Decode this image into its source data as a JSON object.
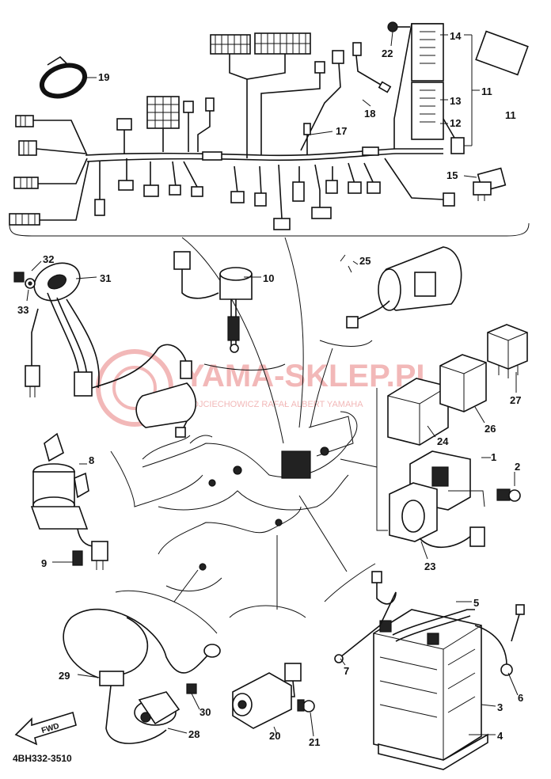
{
  "diagram_code": "4BH332-3510",
  "fwd_label": "FWD",
  "watermark": {
    "title": "YAMA-SKLEP.PL",
    "subtitle": "WOJCIECHOWICZ RAFAŁ ALBERT YAMAHA"
  },
  "callouts": [
    {
      "id": "c1",
      "label": "1"
    },
    {
      "id": "c2",
      "label": "2"
    },
    {
      "id": "c3",
      "label": "3"
    },
    {
      "id": "c4",
      "label": "4"
    },
    {
      "id": "c5",
      "label": "5"
    },
    {
      "id": "c6",
      "label": "6"
    },
    {
      "id": "c7",
      "label": "7"
    },
    {
      "id": "c8",
      "label": "8"
    },
    {
      "id": "c9",
      "label": "9"
    },
    {
      "id": "c10",
      "label": "10"
    },
    {
      "id": "c11",
      "label": "11"
    },
    {
      "id": "c11b",
      "label": "11"
    },
    {
      "id": "c12",
      "label": "12"
    },
    {
      "id": "c13",
      "label": "13"
    },
    {
      "id": "c14",
      "label": "14"
    },
    {
      "id": "c15",
      "label": "15"
    },
    {
      "id": "c17",
      "label": "17"
    },
    {
      "id": "c18",
      "label": "18"
    },
    {
      "id": "c19",
      "label": "19"
    },
    {
      "id": "c20",
      "label": "20"
    },
    {
      "id": "c21",
      "label": "21"
    },
    {
      "id": "c22",
      "label": "22"
    },
    {
      "id": "c23",
      "label": "23"
    },
    {
      "id": "c24",
      "label": "24"
    },
    {
      "id": "c25",
      "label": "25"
    },
    {
      "id": "c26",
      "label": "26"
    },
    {
      "id": "c27",
      "label": "27"
    },
    {
      "id": "c28",
      "label": "28"
    },
    {
      "id": "c29",
      "label": "29"
    },
    {
      "id": "c30",
      "label": "30"
    },
    {
      "id": "c31",
      "label": "31"
    },
    {
      "id": "c32",
      "label": "32"
    },
    {
      "id": "c33",
      "label": "33"
    }
  ]
}
